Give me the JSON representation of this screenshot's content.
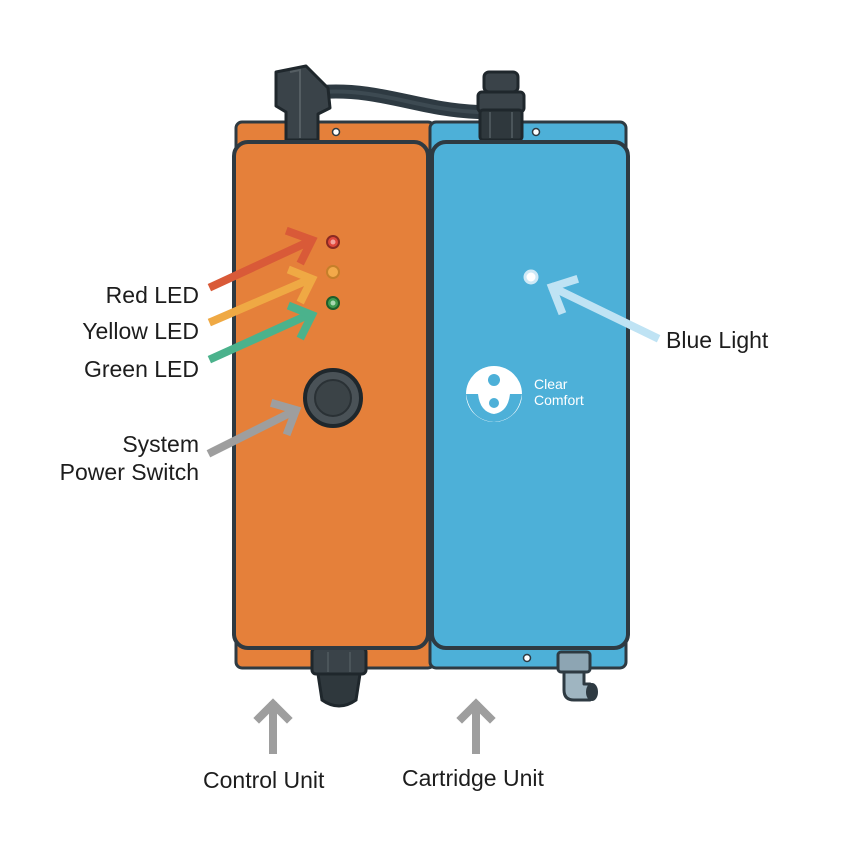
{
  "labels": {
    "red_led": "Red LED",
    "yellow_led": "Yellow LED",
    "green_led": "Green LED",
    "system_power_switch_line1": "System",
    "system_power_switch_line2": "Power Switch",
    "blue_light": "Blue Light",
    "control_unit": "Control Unit",
    "cartridge_unit": "Cartridge Unit"
  },
  "brand": {
    "line1": "Clear",
    "line2": "Comfort"
  },
  "colors": {
    "control_unit_body": "#E5803A",
    "cartridge_unit_body": "#4DB0D8",
    "outline": "#2E3A42",
    "red_led": "#E0483C",
    "yellow_led": "#F3A94A",
    "green_led": "#3E9B4F",
    "red_arrow": "#D95A38",
    "yellow_arrow": "#EFA944",
    "green_arrow": "#4BB28C",
    "gray_arrow": "#9E9E9E",
    "blue_light_arrow": "#BFE3F4"
  }
}
